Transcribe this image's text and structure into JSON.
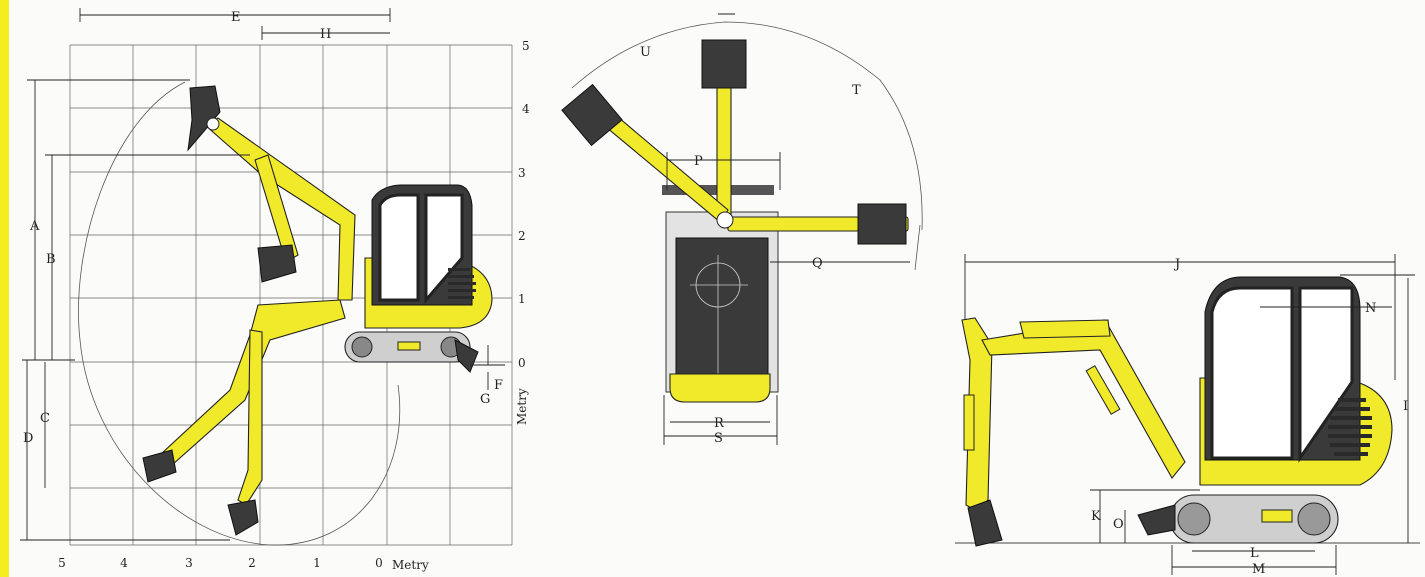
{
  "colors": {
    "machine_yellow": "#f1ea2b",
    "page_edge_yellow": "#f4ee1f",
    "counterweight_dark": "#3a3a3a",
    "track_grey": "#cfcfcf",
    "line": "#222222",
    "background": "#fbfbf9"
  },
  "side_view": {
    "unit_label_bottom": "Metry",
    "unit_label_right": "Metry",
    "x_ticks": [
      "5",
      "4",
      "3",
      "2",
      "1",
      "0"
    ],
    "y_ticks": [
      "5",
      "4",
      "3",
      "2",
      "1",
      "0"
    ],
    "dimensions": {
      "a": "A",
      "b": "B",
      "c": "C",
      "d": "D",
      "e": "E",
      "h": "H",
      "f": "F",
      "g": "G"
    }
  },
  "top_view": {
    "dimensions": {
      "p": "P",
      "q": "Q",
      "r": "R",
      "s": "S",
      "t": "T",
      "u": "U"
    }
  },
  "machine_view": {
    "dimensions": {
      "j": "J",
      "n": "N",
      "i": "I",
      "k": "K",
      "o": "O",
      "l": "L",
      "m": "M"
    }
  }
}
